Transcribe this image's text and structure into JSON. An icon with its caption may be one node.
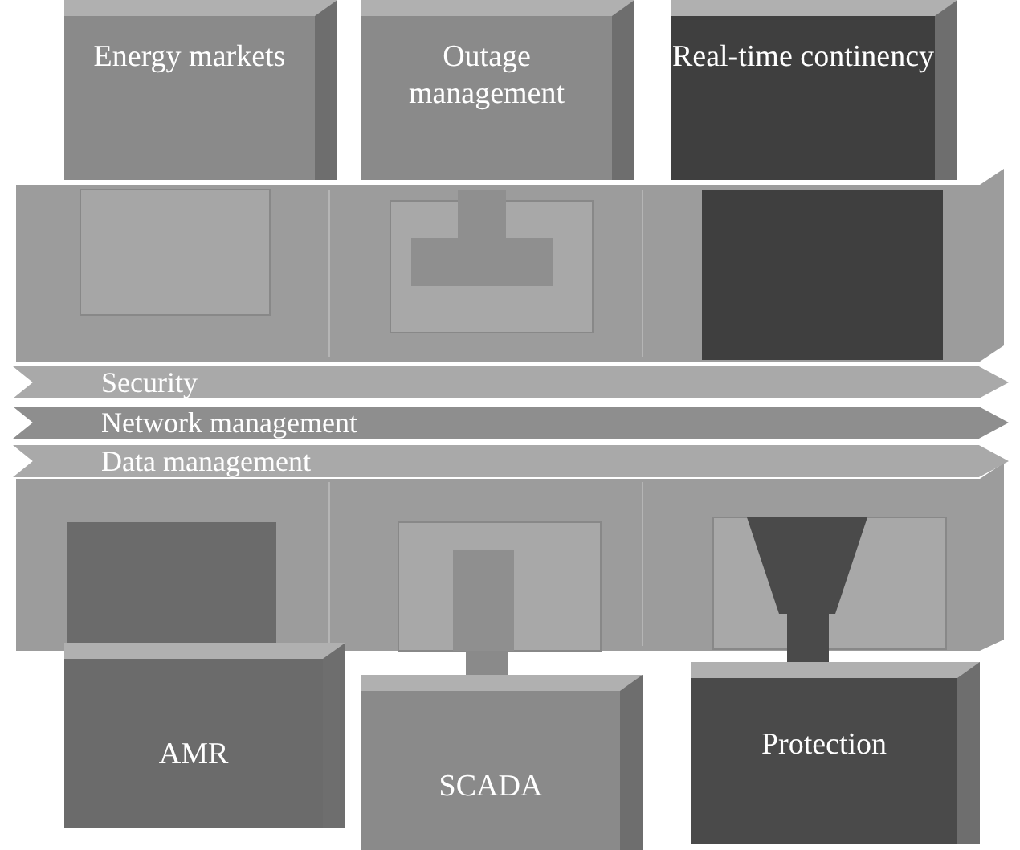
{
  "diagram": {
    "nodes": [
      {
        "text": [
          "Energy markets"
        ]
      },
      {
        "text": [
          "Outage management"
        ]
      },
      {
        "text": [
          "Real-time continency"
        ]
      },
      {
        "text": [
          "Security"
        ]
      },
      {
        "text": [
          "Network management"
        ]
      },
      {
        "text": [
          "Data management"
        ]
      },
      {
        "text": [
          "AMR"
        ]
      },
      {
        "text": [
          "SCADA"
        ]
      },
      {
        "text": [
          "Protection"
        ]
      }
    ],
    "edges": []
  }
}
